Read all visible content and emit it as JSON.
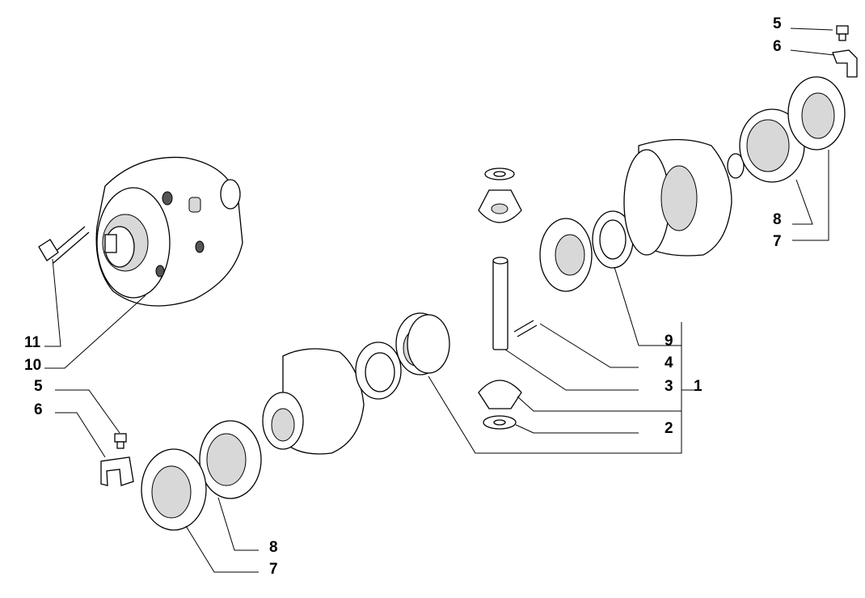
{
  "diagram": {
    "labels": {
      "top_5": "5",
      "top_6": "6",
      "top_8": "8",
      "top_7": "7",
      "l9": "9",
      "l4": "4",
      "l3": "3",
      "l1": "1",
      "l2": "2",
      "l11": "11",
      "l10": "10",
      "left_5": "5",
      "left_6": "6",
      "bottom_8": "8",
      "bottom_7": "7"
    }
  }
}
